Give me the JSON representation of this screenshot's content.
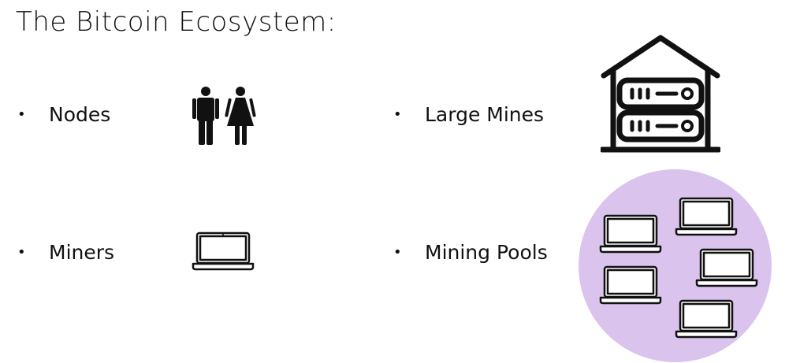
{
  "title": "The Bitcoin Ecosystem:",
  "items": [
    {
      "bullet": "•",
      "label": "Nodes",
      "icon": "people-icon"
    },
    {
      "bullet": "•",
      "label": "Large Mines",
      "icon": "server-house-icon"
    },
    {
      "bullet": "•",
      "label": "Miners",
      "icon": "laptop-icon"
    },
    {
      "bullet": "•",
      "label": "Mining Pools",
      "icon": "laptop-cluster-icon"
    }
  ],
  "colors": {
    "pool_circle": "#dac4ee",
    "ink": "#111111"
  }
}
